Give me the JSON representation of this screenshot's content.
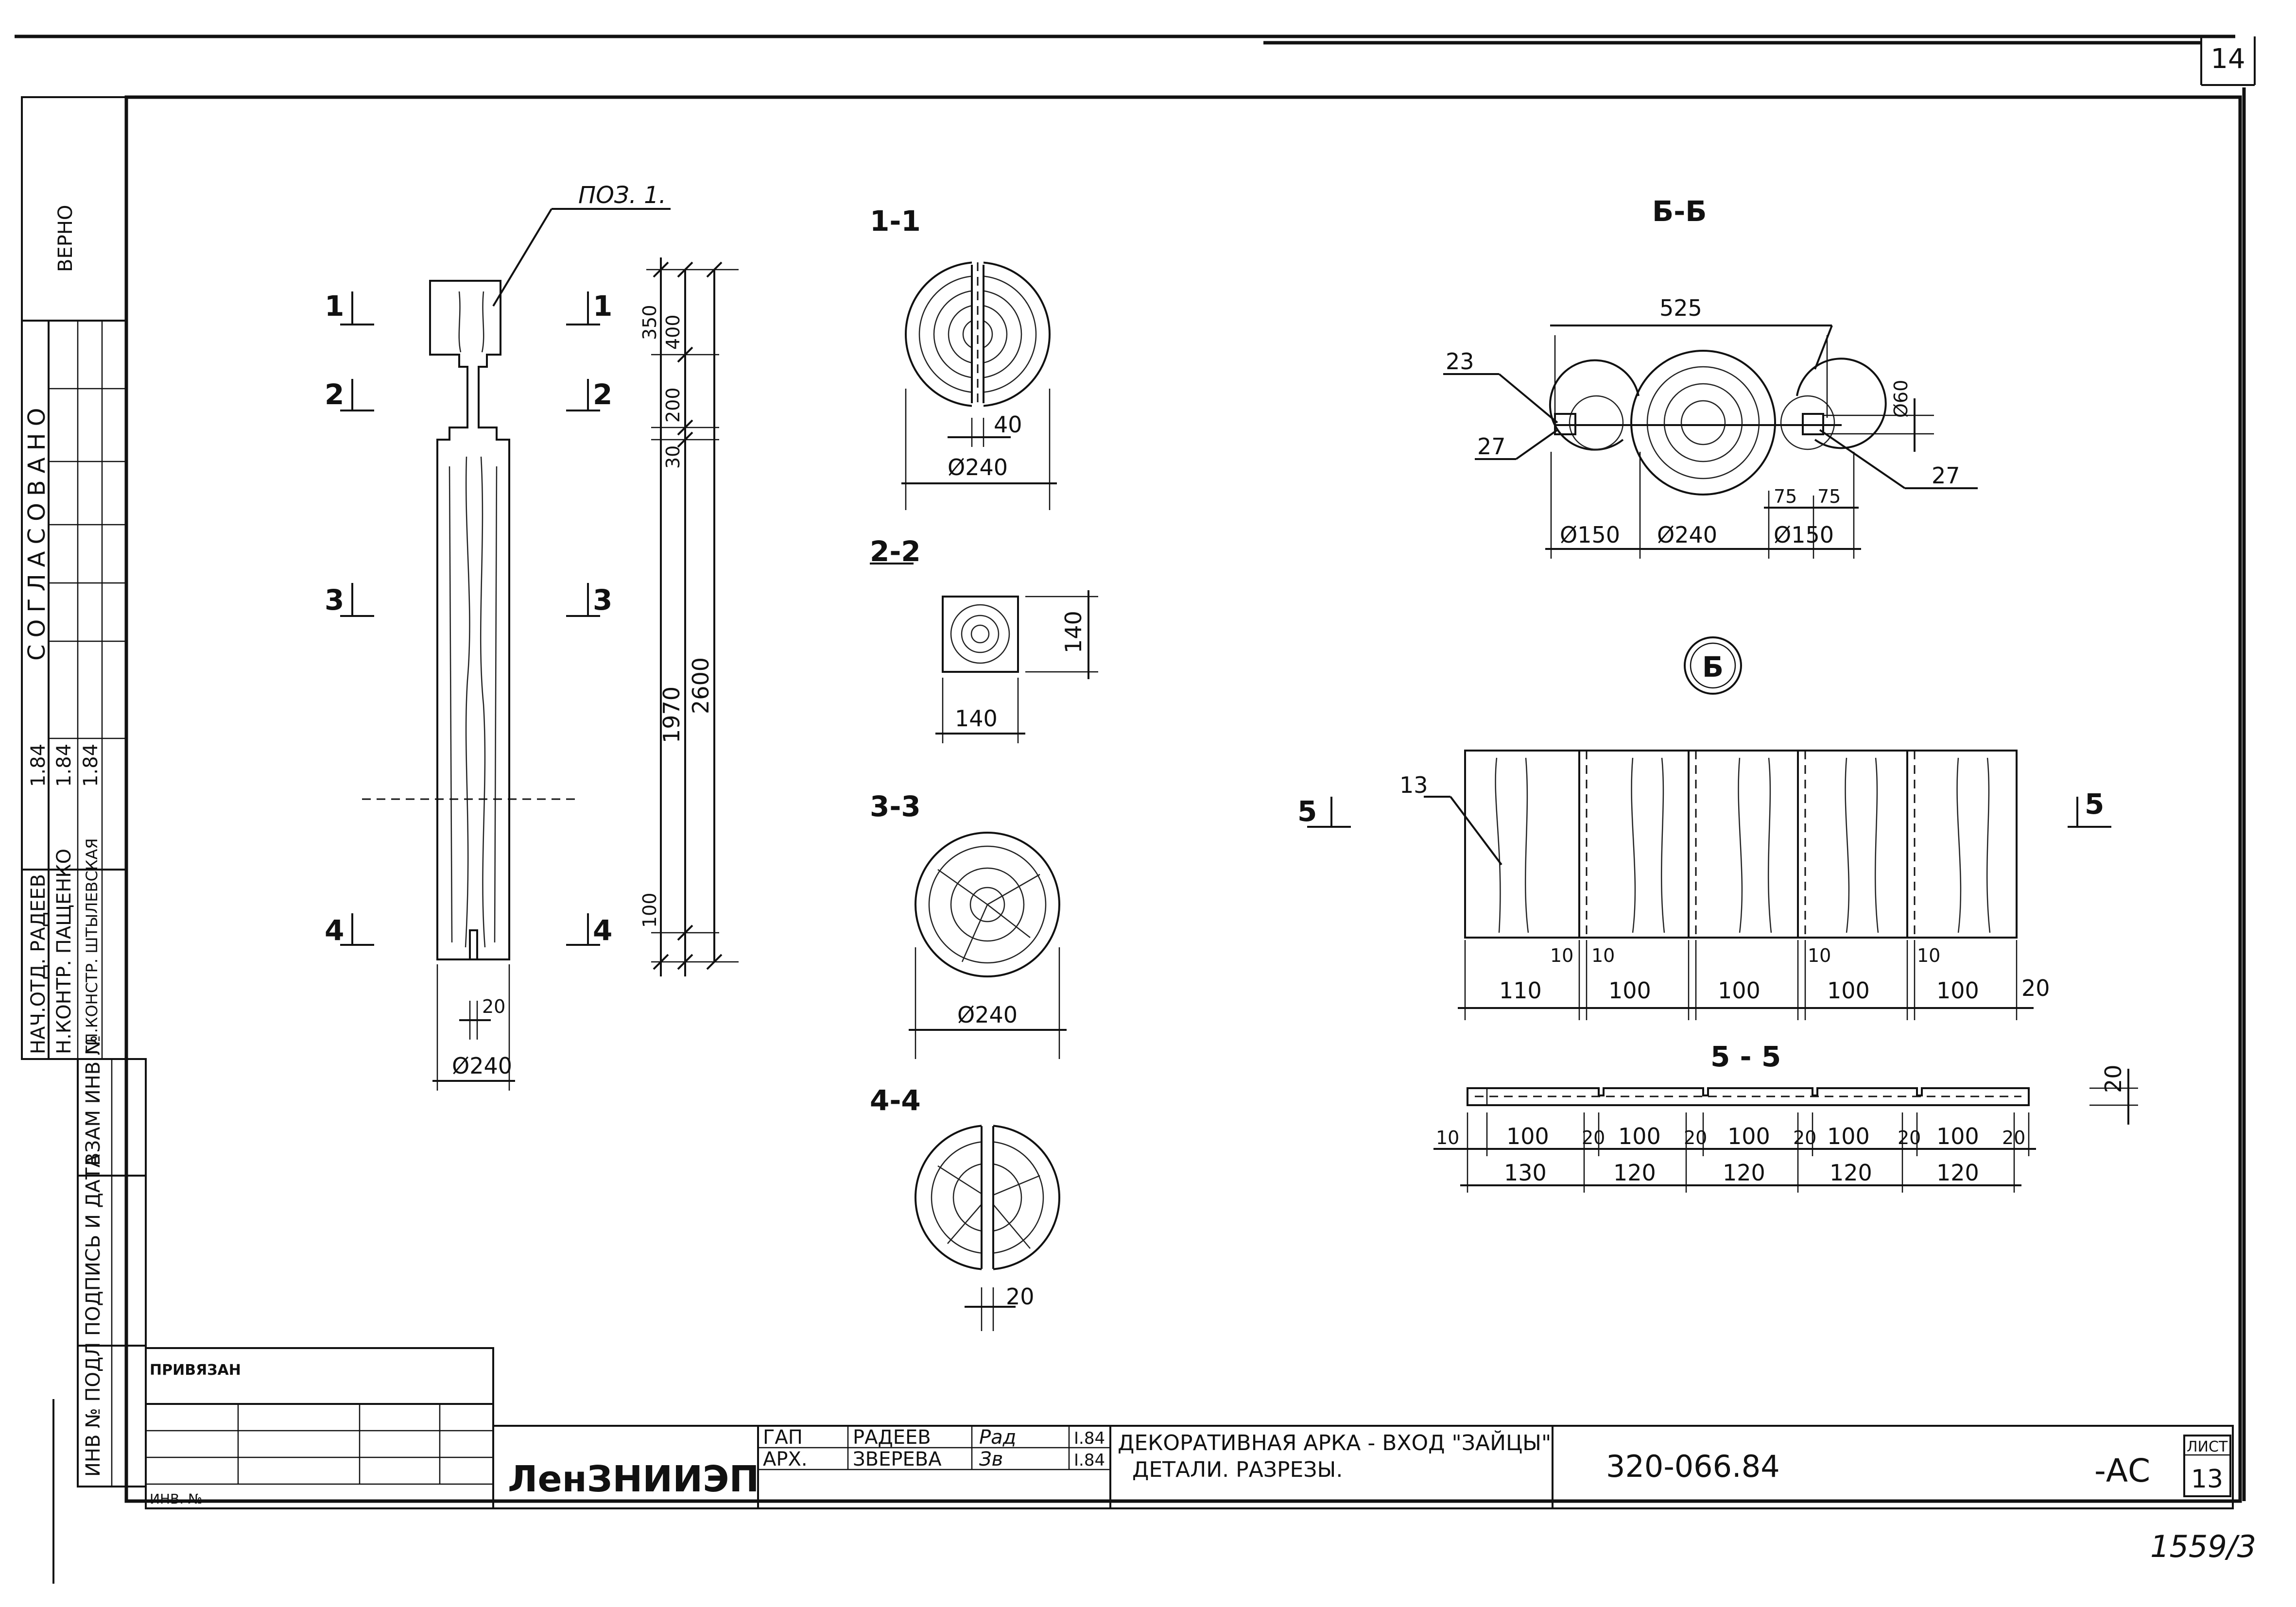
{
  "sheet": {
    "corner_number": "14",
    "approval_block": {
      "verno": "ВЕРНО",
      "agreed": "СОГЛАСОВАНО",
      "signers": [
        "НАЧ.ОТД. РАДЕЕВ",
        "Н.КОНТР. ПАЩЕНКО",
        "ГЛ.КОНСТР. ШТЫЛЕВСКАЯ"
      ],
      "dates": [
        "1.84",
        "1.84",
        "1.84"
      ],
      "columns": [
        "ИНВ № ПОДЛ",
        "ПОДПИСЬ И ДАТА",
        "ВЗАМ ИНВ №"
      ]
    },
    "bottom_stamp": {
      "privyazan": "ПРИВЯЗАН",
      "inv_no": "ИНВ. №",
      "organization": "ЛенЗНИИЭП",
      "roles": [
        {
          "role": "ГАП",
          "name": "РАДЕЕВ",
          "sign": "Рад",
          "date": "I.84"
        },
        {
          "role": "АРХ.",
          "name": "ЗВЕРЕВА",
          "sign": "Зв",
          "date": "I.84"
        }
      ],
      "title_line1": "ДЕКОРАТИВНАЯ АРКА - ВХОД \"ЗАЙЦЫ\"",
      "title_line2": "ДЕТАЛИ. РАЗРЕЗЫ.",
      "code": "320-066.84",
      "suffix": "-АС",
      "sheet_label": "ЛИСТ",
      "sheet_no": "13"
    },
    "archive_number": "1559/3"
  },
  "column_view": {
    "position_label": "ПОЗ. 1.",
    "section_marks": [
      "1",
      "2",
      "3",
      "4"
    ],
    "dims_vertical": [
      "350",
      "400",
      "200",
      "30",
      "1970",
      "2600",
      "100"
    ],
    "dims_bottom": [
      "20",
      "Ø240"
    ]
  },
  "sections": {
    "s1": {
      "label": "1-1",
      "dims": [
        "40",
        "Ø240"
      ]
    },
    "s2": {
      "label": "2-2",
      "dims": [
        "140",
        "140"
      ]
    },
    "s3": {
      "label": "3-3",
      "dims": [
        "Ø240"
      ]
    },
    "s4": {
      "label": "4-4",
      "dims": [
        "20"
      ]
    }
  },
  "section_bb": {
    "label": "Б-Б",
    "dims": [
      "525",
      "Ø60",
      "75",
      "75",
      "Ø150",
      "Ø240",
      "Ø150"
    ],
    "markers": [
      "23",
      "27",
      "27"
    ]
  },
  "view_b": {
    "label": "Б",
    "marker": "13",
    "cut_marks": [
      "5",
      "5"
    ],
    "dims_top": [
      "10",
      "10",
      "10",
      "10"
    ],
    "dims_widths": [
      "110",
      "100",
      "100",
      "100",
      "100",
      "20"
    ]
  },
  "section_55": {
    "label": "5 - 5",
    "dim_side": "20",
    "dims_row1": [
      "10",
      "100",
      "20",
      "100",
      "20",
      "100",
      "20",
      "100",
      "20",
      "100",
      "20"
    ],
    "dims_row2": [
      "130",
      "120",
      "120",
      "120",
      "120"
    ]
  }
}
